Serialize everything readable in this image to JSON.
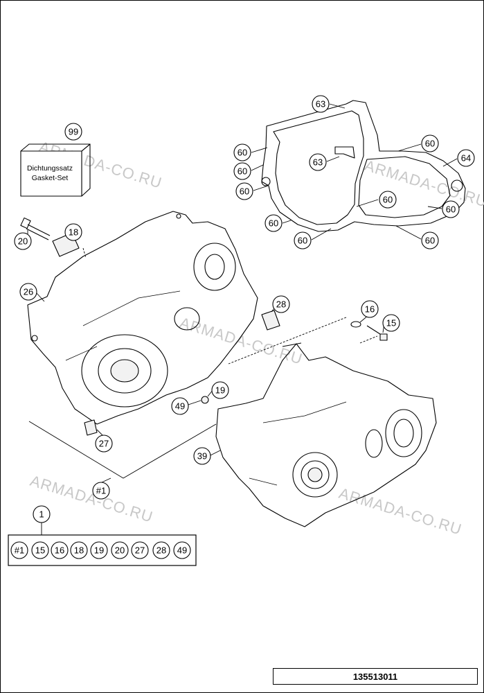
{
  "gasket_kit": {
    "callout": "99",
    "label_line1": "Dichtungssatz",
    "label_line2": "Gasket-Set"
  },
  "callouts": {
    "c63a": "63",
    "c63b": "63",
    "c60a": "60",
    "c60b": "60",
    "c60c": "60",
    "c60d": "60",
    "c60e": "60",
    "c60f": "60",
    "c60g": "60",
    "c60h": "60",
    "c60i": "60",
    "c64": "64",
    "c20": "20",
    "c18": "18",
    "c26": "26",
    "c28": "28",
    "c16": "16",
    "c15": "15",
    "c19": "19",
    "c49": "49",
    "c27": "27",
    "c39": "39",
    "cH1": "#1",
    "c1": "1"
  },
  "kit_contents": [
    "#1",
    "15",
    "16",
    "18",
    "19",
    "20",
    "27",
    "28",
    "49"
  ],
  "watermark": "ARMADA-CO.RU",
  "document_number": "135513011"
}
